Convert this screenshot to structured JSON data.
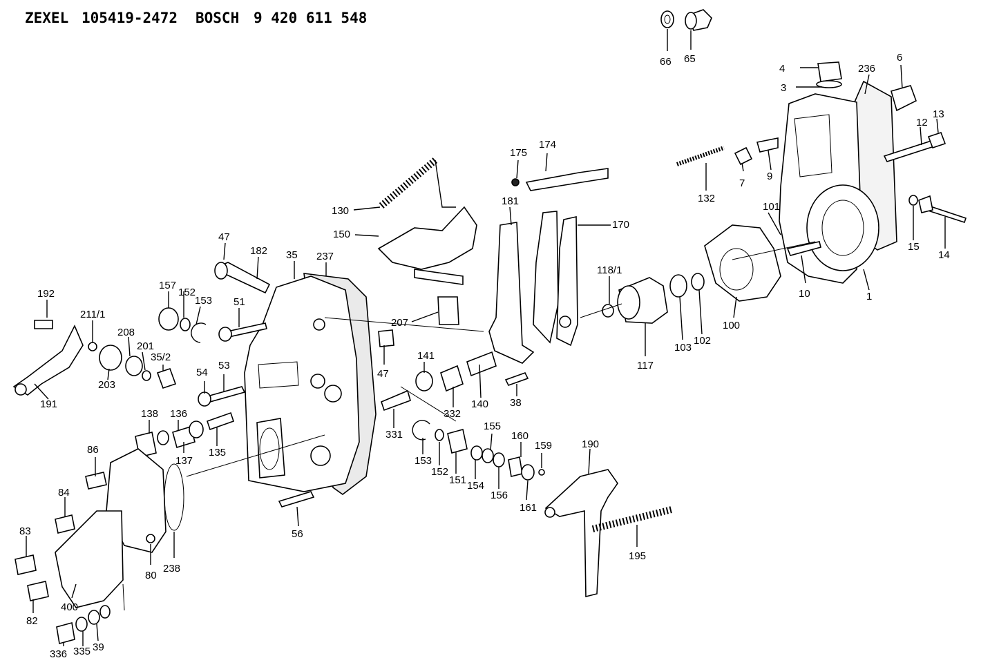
{
  "header": {
    "brand": "ZEXEL",
    "zexel_number": "105419-2472",
    "bosch_label": "BOSCH",
    "bosch_number": "9 420 611 548"
  },
  "callouts": {
    "p66": "66",
    "p65": "65",
    "p4": "4",
    "p3": "3",
    "p236": "236",
    "p6": "6",
    "p13": "13",
    "p12": "12",
    "p14": "14",
    "p15": "15",
    "p7": "7",
    "p9": "9",
    "p132": "132",
    "p101": "101",
    "p10": "10",
    "p1": "1",
    "p175": "175",
    "p174": "174",
    "p130": "130",
    "p150": "150",
    "p181": "181",
    "p170": "170",
    "p118_1": "118/1",
    "p117": "117",
    "p103": "103",
    "p102": "102",
    "p100": "100",
    "p47a": "47",
    "p182": "182",
    "p35": "35",
    "p237": "237",
    "p157": "157",
    "p152a": "152",
    "p153a": "153",
    "p51": "51",
    "p192": "192",
    "p211_1": "211/1",
    "p208": "208",
    "p201": "201",
    "p35_2": "35/2",
    "p203": "203",
    "p191": "191",
    "p207": "207",
    "p47b": "47",
    "p54": "54",
    "p53": "53",
    "p141": "141",
    "p140": "140",
    "p332": "332",
    "p38": "38",
    "p331": "331",
    "p138": "138",
    "p136": "136",
    "p137": "137",
    "p135": "135",
    "p153b": "153",
    "p152b": "152",
    "p151": "151",
    "p154": "154",
    "p155": "155",
    "p156": "156",
    "p160": "160",
    "p161": "161",
    "p159": "159",
    "p190": "190",
    "p195": "195",
    "p86": "86",
    "p84": "84",
    "p83": "83",
    "p82": "82",
    "p400": "400",
    "p80": "80",
    "p238": "238",
    "p56": "56",
    "p336": "336",
    "p335": "335",
    "p39": "39"
  }
}
